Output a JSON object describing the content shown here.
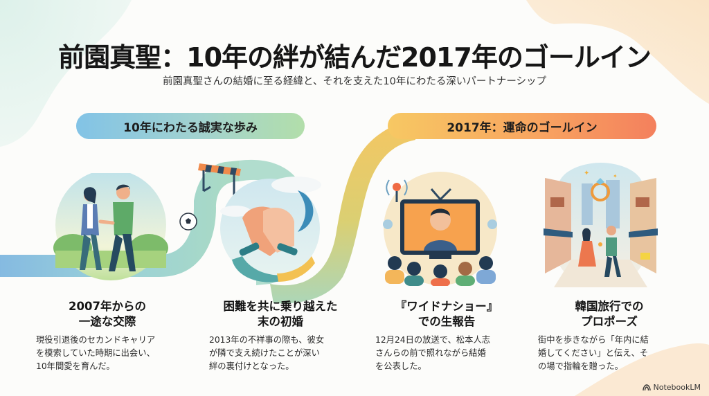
{
  "header": {
    "title": "前園真聖：10年の絆が結んだ2017年のゴールイン",
    "subtitle": "前園真聖さんの結婚に至る経緯と、それを支えた10年にわたる深いパートナーシップ"
  },
  "sections": [
    {
      "label": "10年にわたる誠実な歩み",
      "colors": [
        "#82c3e6",
        "#b2deaa"
      ]
    },
    {
      "label": "2017年：運命のゴールイン",
      "colors": [
        "#f7c863",
        "#f4805d"
      ]
    }
  ],
  "cards": [
    {
      "heading": "2007年からの\n一途な交際",
      "body": "現役引退後のセカンドキャリア\nを模索していた時期に出会い、\n10年間愛を育んだ。",
      "illustration": "couple-walking-illustration"
    },
    {
      "heading": "困難を共に乗り越えた\n末の初婚",
      "body": "2013年の不祥事の際も、彼女\nが隣で支え続けたことが深い\n絆の裏付けとなった。",
      "illustration": "clasped-hands-illustration"
    },
    {
      "heading": "『ワイドナショー』\nでの生報告",
      "body": "12月24日の放送で、松本人志\nさんらの前で照れながら結婚\nを公表した。",
      "illustration": "tv-broadcast-illustration"
    },
    {
      "heading": "韓国旅行での\nプロポーズ",
      "body": "街中を歩きながら「年内に結\n婚してください」と伝え、そ\nの場で指輪を贈った。",
      "illustration": "street-proposal-illustration"
    }
  ],
  "footer": {
    "brand": "NotebookLM"
  },
  "colors": {
    "path_blue": "#8cc4df",
    "path_green": "#a6d6c4",
    "path_yellow": "#f2c552",
    "path_orange": "#f28a5c",
    "bg_mint": "#e9f5f1",
    "bg_peach": "#fbeedd"
  }
}
